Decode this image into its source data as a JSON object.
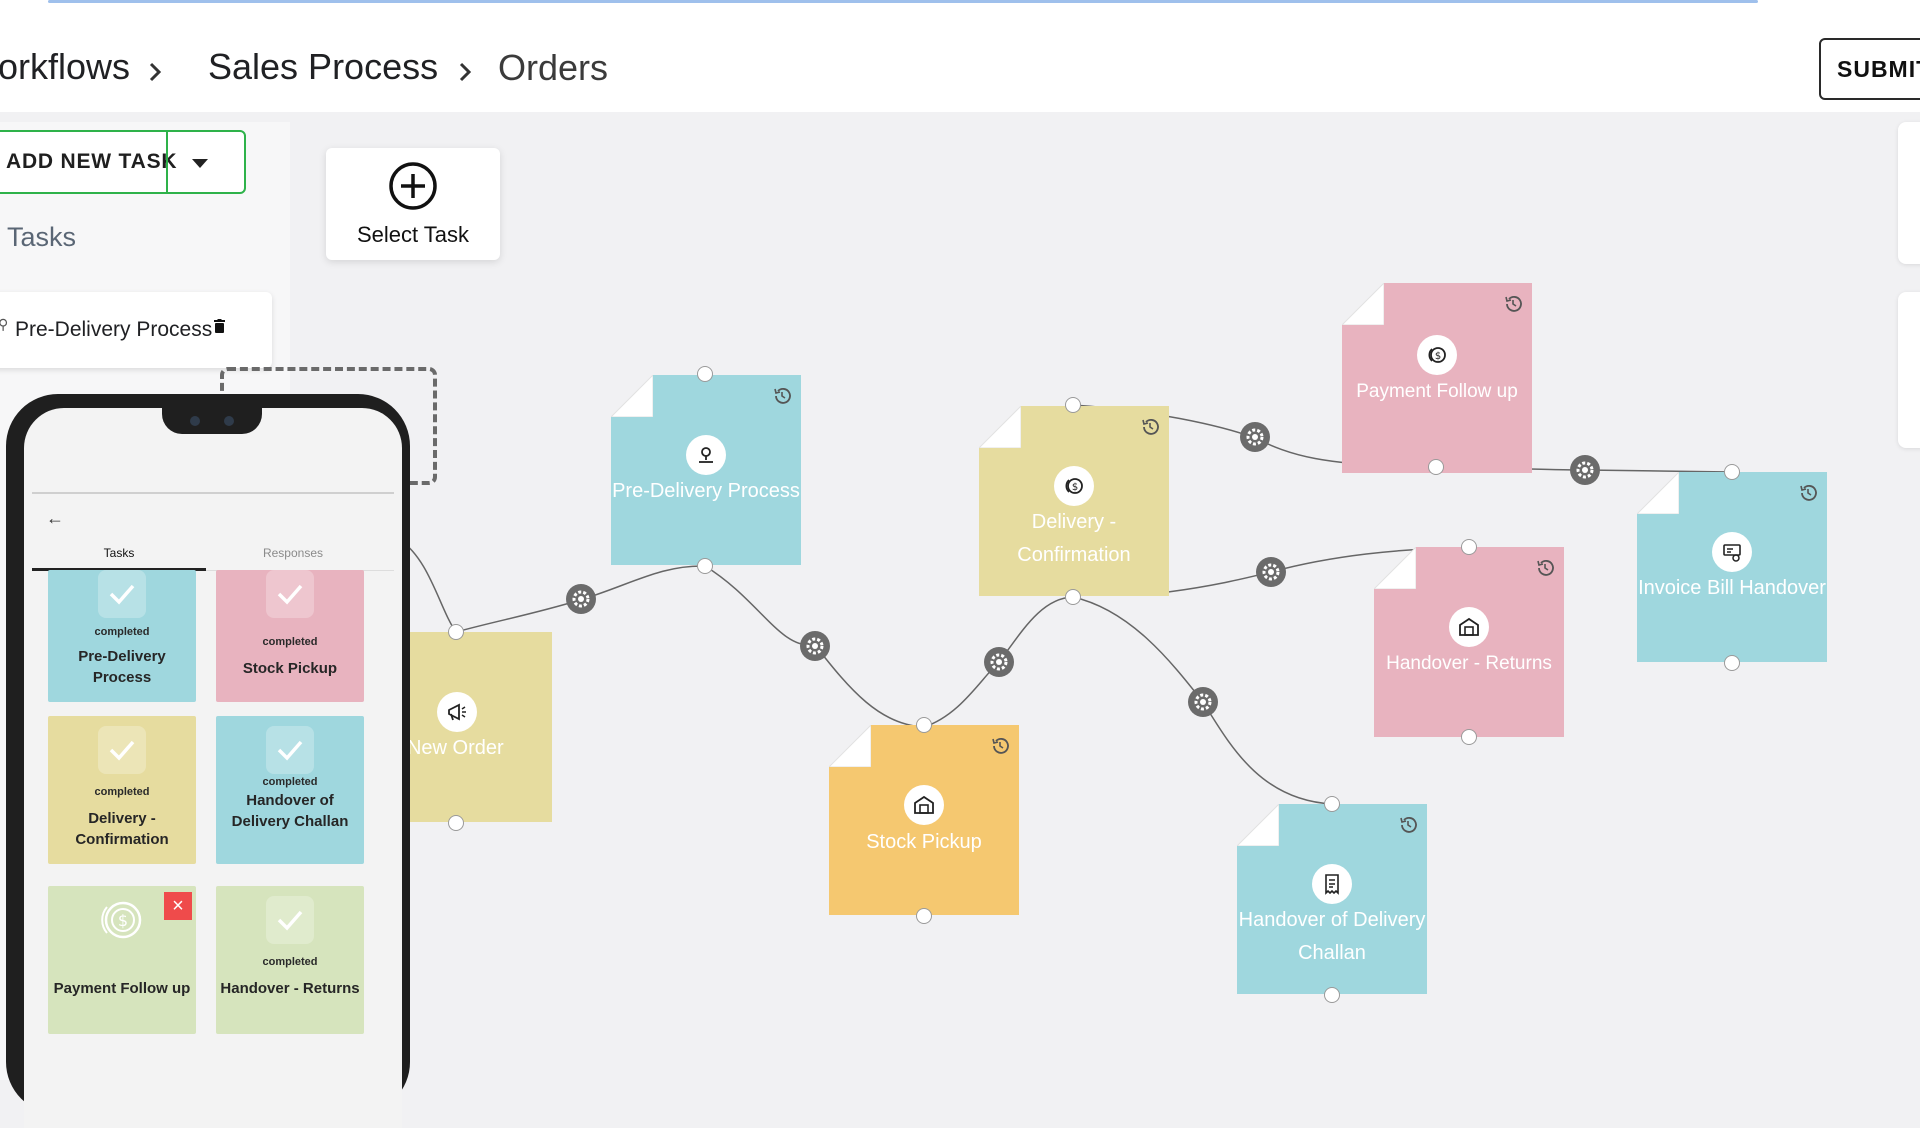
{
  "breadcrumb": {
    "items": [
      "orkflows",
      "Sales Process",
      "Orders"
    ]
  },
  "header": {
    "submit_label": "SUBMIT"
  },
  "sidebar": {
    "add_task_label": "ADD NEW TASK",
    "tasks_heading": "Tasks",
    "task_items": [
      {
        "label": "Pre-Delivery Process"
      }
    ]
  },
  "canvas": {
    "select_task_label": "Select Task",
    "nodes": [
      {
        "title": "d New Order",
        "icon": "megaphone-icon",
        "color": "#e6dc9f"
      },
      {
        "title": "Pre-Delivery Process",
        "icon": "location-pin-icon",
        "color": "#9fd7de"
      },
      {
        "title": "Stock Pickup",
        "icon": "warehouse-icon",
        "color": "#f5c870"
      },
      {
        "title": "Delivery - Confirmation",
        "icon": "coins-icon",
        "color": "#e6dc9f"
      },
      {
        "title": "Handover of Delivery Challan",
        "icon": "receipt-icon",
        "color": "#9fd7de"
      },
      {
        "title": "Handover - Returns",
        "icon": "warehouse-icon",
        "color": "#e8b3bf"
      },
      {
        "title": "Payment Follow up",
        "icon": "coins-icon",
        "color": "#e8b3bf"
      },
      {
        "title": "Invoice Bill Handover",
        "icon": "billing-icon",
        "color": "#9fd7de"
      }
    ]
  },
  "phone": {
    "tabs": [
      "Tasks",
      "Responses"
    ],
    "cards": [
      {
        "status": "completed",
        "name": "Pre-Delivery Process",
        "color": "#9fd7de"
      },
      {
        "status": "completed",
        "name": "Stock Pickup",
        "color": "#e8b3bf"
      },
      {
        "status": "completed",
        "name": "Delivery - Confirmation",
        "color": "#e6dc9f"
      },
      {
        "status": "completed",
        "name": "Handover of Delivery Challan",
        "color": "#9fd7de"
      },
      {
        "status": "",
        "name": "Payment Follow up",
        "color": "#d6e4bd"
      },
      {
        "status": "completed",
        "name": "Handover - Returns",
        "color": "#d6e4bd"
      }
    ]
  },
  "colors": {
    "accent_green": "#2eb24a",
    "edge": "#666666"
  }
}
